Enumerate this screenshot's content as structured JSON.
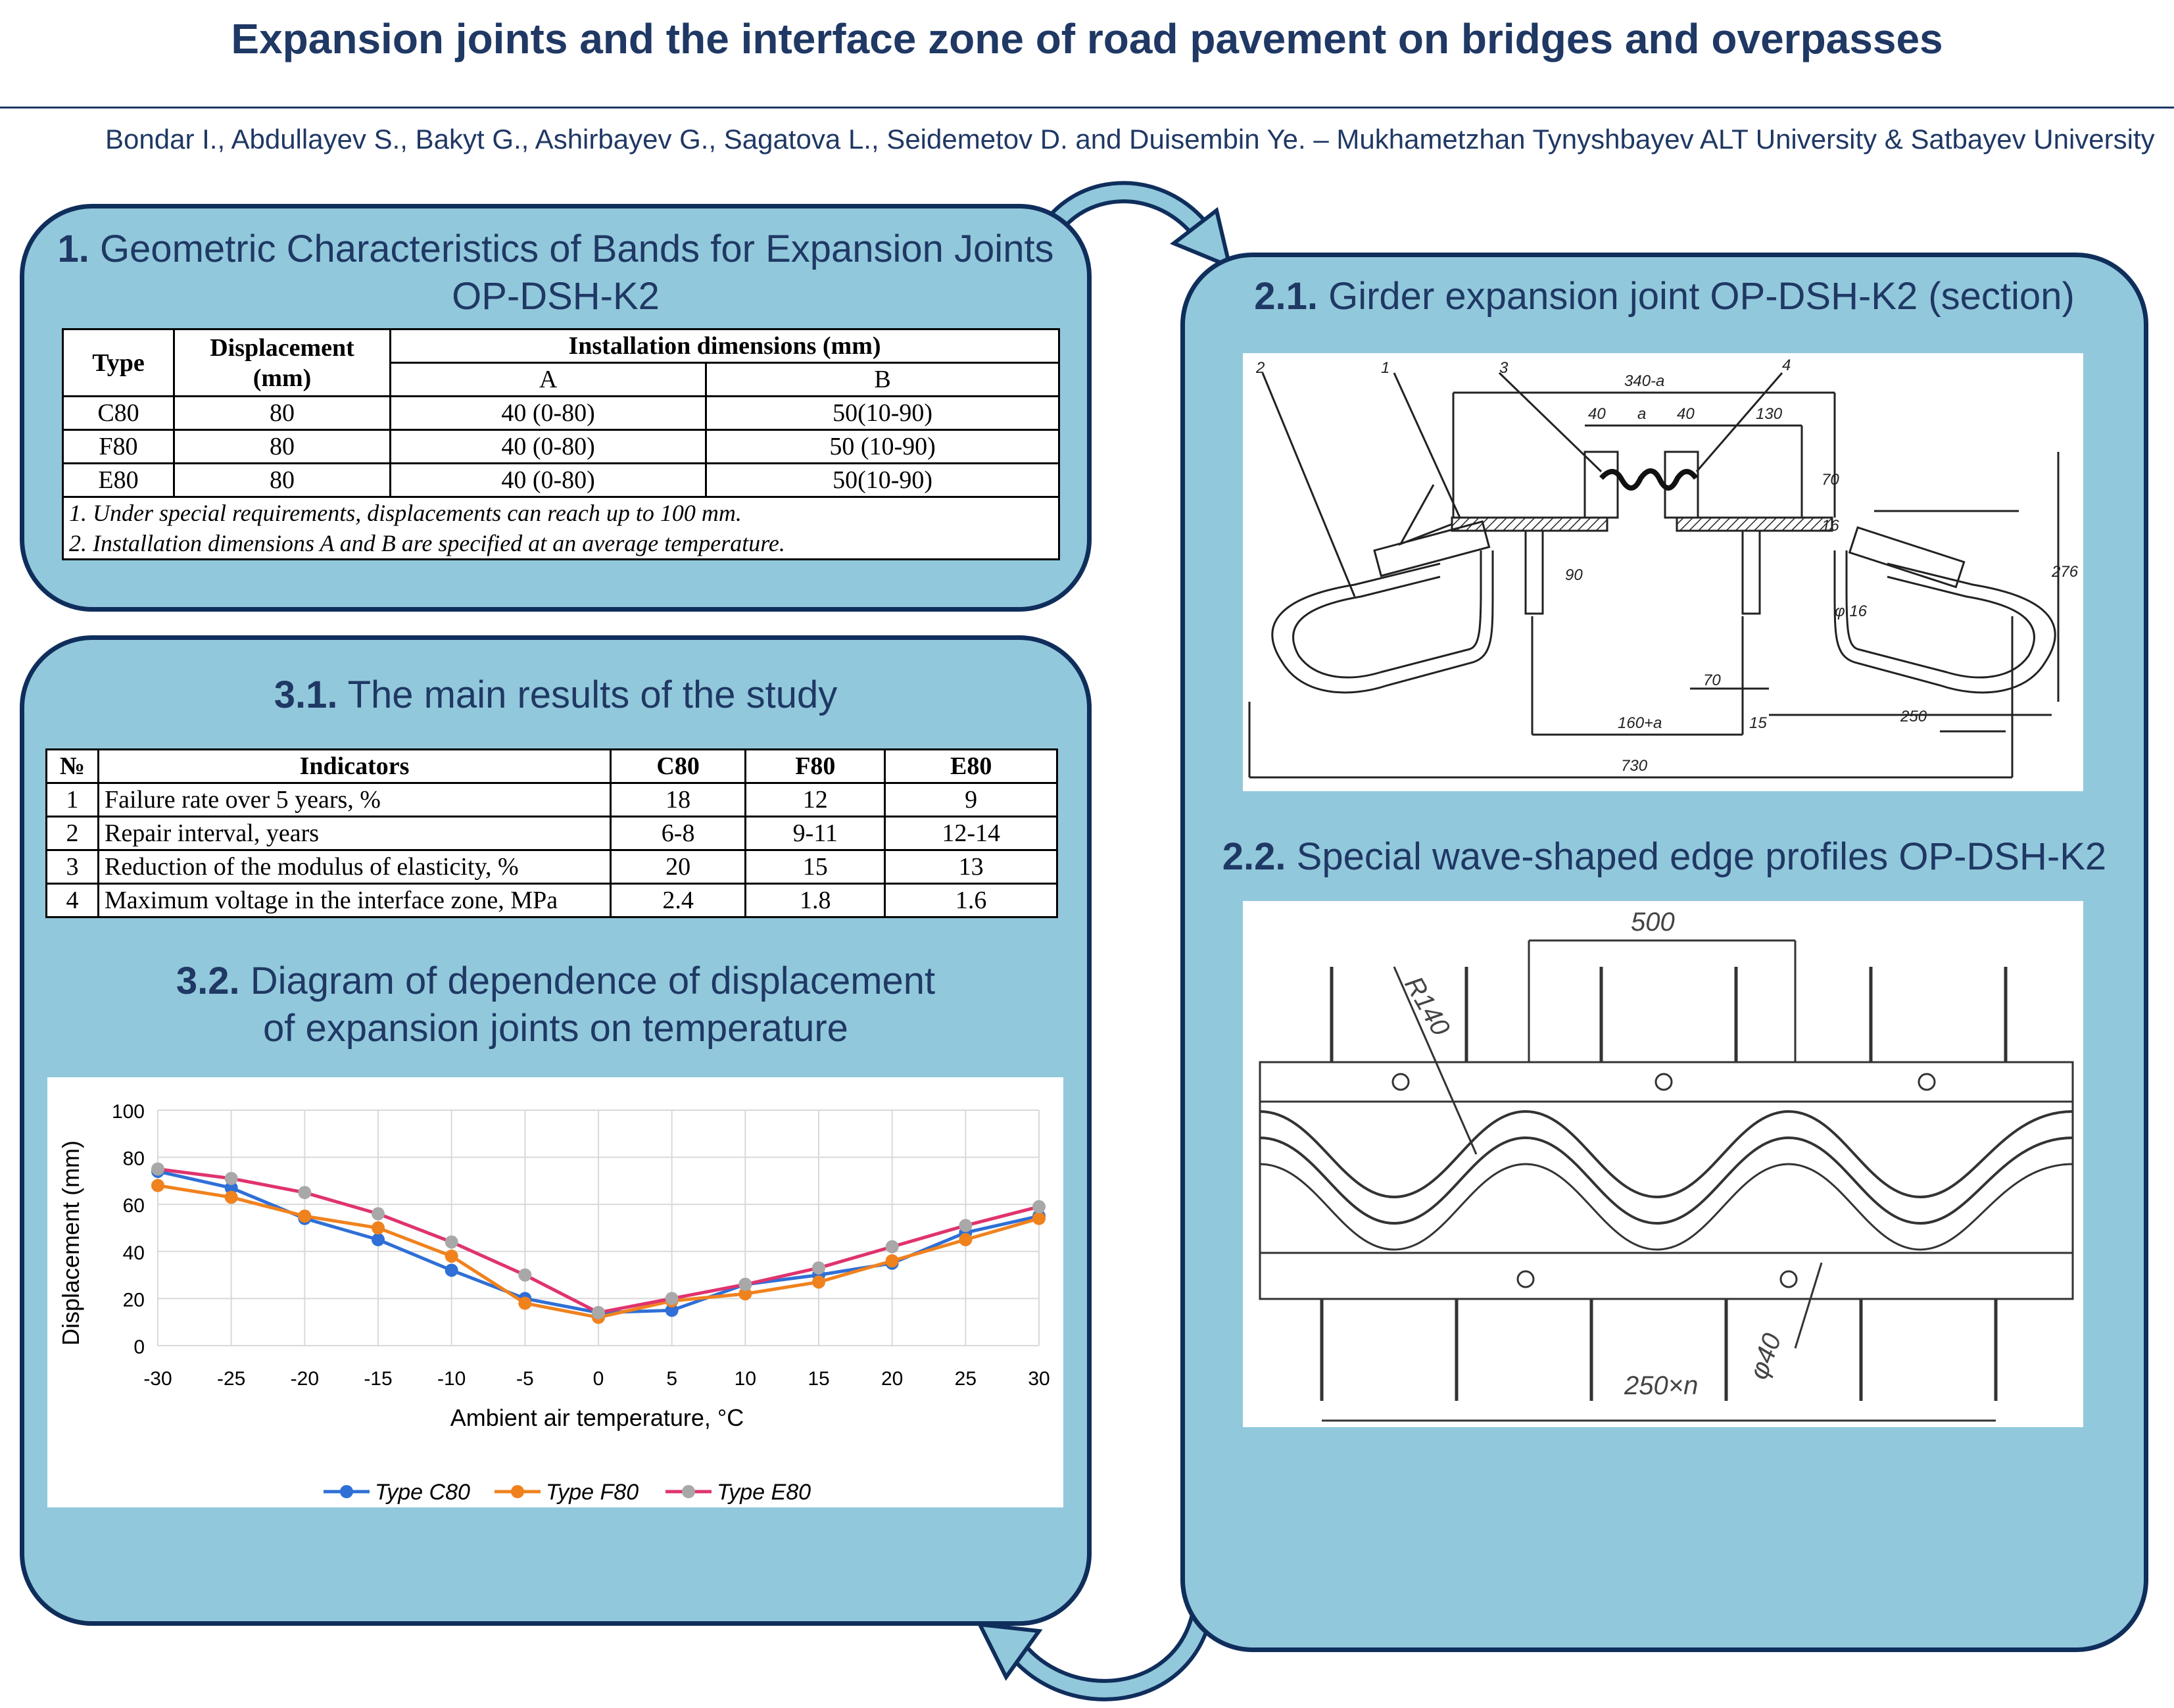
{
  "header": {
    "title": "Expansion joints and the interface zone of road pavement on bridges and overpasses",
    "authors": "Bondar I., Abdullayev S., Bakyt G., Ashirbayev G., Sagatova L., Seidemetov D. and Duisembin Ye. – Mukhametzhan Tynyshbayev ALT University & Satbayev University"
  },
  "section1": {
    "num": "1.",
    "title_line1": "Geometric Characteristics of Bands for Expansion Joints",
    "title_line2": "OP-DSH-K2",
    "table": {
      "h_type": "Type",
      "h_displacement": "Displacement (mm)",
      "h_install": "Installation dimensions (mm)",
      "h_a": "A",
      "h_b": "B",
      "rows": [
        {
          "type": "C80",
          "disp": "80",
          "a": "40 (0-80)",
          "b": "50(10-90)"
        },
        {
          "type": "F80",
          "disp": "80",
          "a": "40 (0-80)",
          "b": "50 (10-90)"
        },
        {
          "type": "E80",
          "disp": "80",
          "a": "40 (0-80)",
          "b": "50(10-90)"
        }
      ],
      "note1": "1. Under special requirements, displacements can reach up to 100 mm.",
      "note2": "2. Installation dimensions A and B are specified at an average temperature."
    }
  },
  "section21": {
    "num": "2.1.",
    "title": "Girder expansion joint OP-DSH-K2 (section)",
    "labels": {
      "l1": "1",
      "l2": "2",
      "l3": "3",
      "l4": "4",
      "d340": "340-a",
      "d40a": "40",
      "da": "a",
      "d40b": "40",
      "d130": "130",
      "d70a": "70",
      "d16": "16",
      "d90": "90",
      "d276": "276",
      "d16b": "φ 16",
      "d70b": "70",
      "d160": "160+a",
      "d15": "15",
      "d250": "250",
      "d730": "730"
    }
  },
  "section22": {
    "num": "2.2.",
    "title": "Special wave-shaped edge profiles OP-DSH-K2",
    "labels": {
      "d500": "500",
      "r140": "R140",
      "d40": "φ40",
      "d250n": "250×n"
    }
  },
  "section31": {
    "num": "3.1.",
    "title": "The main results of the study",
    "table": {
      "h_no": "№",
      "h_ind": "Indicators",
      "h_c80": "C80",
      "h_f80": "F80",
      "h_e80": "E80",
      "rows": [
        {
          "no": "1",
          "ind": "Failure rate over 5 years, %",
          "c80": "18",
          "f80": "12",
          "e80": "9"
        },
        {
          "no": "2",
          "ind": "Repair interval, years",
          "c80": "6-8",
          "f80": "9-11",
          "e80": "12-14"
        },
        {
          "no": "3",
          "ind": "Reduction of the modulus of elasticity, %",
          "c80": "20",
          "f80": "15",
          "e80": "13"
        },
        {
          "no": "4",
          "ind": "Maximum  voltage in the interface zone, MPa",
          "c80": "2.4",
          "f80": "1.8",
          "e80": "1.6"
        }
      ]
    }
  },
  "section32": {
    "num": "3.2.",
    "title_line1": "Diagram of dependence of displacement",
    "title_line2": "of expansion joints on temperature"
  },
  "colors": {
    "panel": "#92c8db",
    "border": "#0f2e5c",
    "text": "#1f3864",
    "c80": "#2f6fd6",
    "f80": "#f0821e",
    "e80": "#e0336e",
    "e80_marker": "#a8a8a8"
  },
  "chart_data": {
    "type": "line",
    "title": "",
    "xlabel": "Ambient air temperature, °C",
    "ylabel": "Displacement (mm)",
    "x": [
      -30,
      -25,
      -20,
      -15,
      -10,
      -5,
      0,
      5,
      10,
      15,
      20,
      25,
      30
    ],
    "xlim": [
      -30,
      30
    ],
    "ylim": [
      0,
      100
    ],
    "yticks": [
      0,
      20,
      40,
      60,
      80,
      100
    ],
    "grid": true,
    "legend": "bottom",
    "series": [
      {
        "name": "Type C80",
        "values": [
          74,
          67,
          54,
          45,
          32,
          20,
          14,
          15,
          26,
          30,
          35,
          48,
          55
        ]
      },
      {
        "name": "Type F80",
        "values": [
          68,
          63,
          55,
          50,
          38,
          18,
          12,
          19,
          22,
          27,
          36,
          45,
          54
        ]
      },
      {
        "name": "Type E80",
        "values": [
          75,
          71,
          65,
          56,
          44,
          30,
          14,
          20,
          26,
          33,
          42,
          51,
          59
        ]
      }
    ]
  }
}
